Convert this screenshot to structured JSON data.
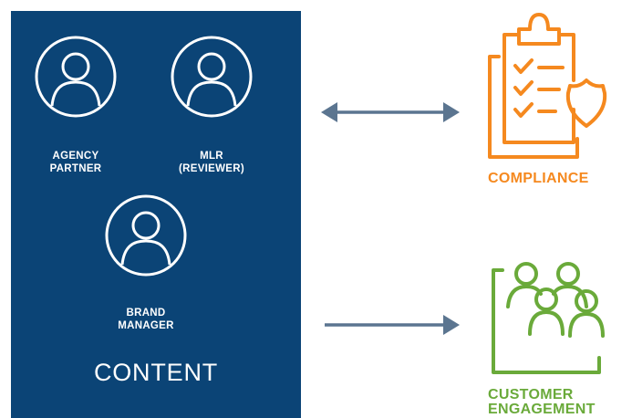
{
  "content_panel": {
    "title": "CONTENT",
    "roles": [
      {
        "label": "AGENCY\nPARTNER",
        "icon": "person-icon"
      },
      {
        "label": "MLR\n(REVIEWER)",
        "icon": "person-icon"
      },
      {
        "label": "BRAND\nMANAGER",
        "icon": "person-icon"
      }
    ]
  },
  "compliance": {
    "label": "COMPLIANCE",
    "icon": "clipboard-checklist-shield-icon"
  },
  "engagement": {
    "label": "CUSTOMER\nENGAGEMENT",
    "icon": "people-group-icon"
  },
  "arrows": [
    {
      "name": "bidirectional-arrow",
      "direction": "both"
    },
    {
      "name": "right-arrow",
      "direction": "right"
    }
  ],
  "colors": {
    "panel": "#0b4476",
    "arrow": "#5b7590",
    "compliance": "#f5891f",
    "engagement": "#6aaa3a"
  }
}
